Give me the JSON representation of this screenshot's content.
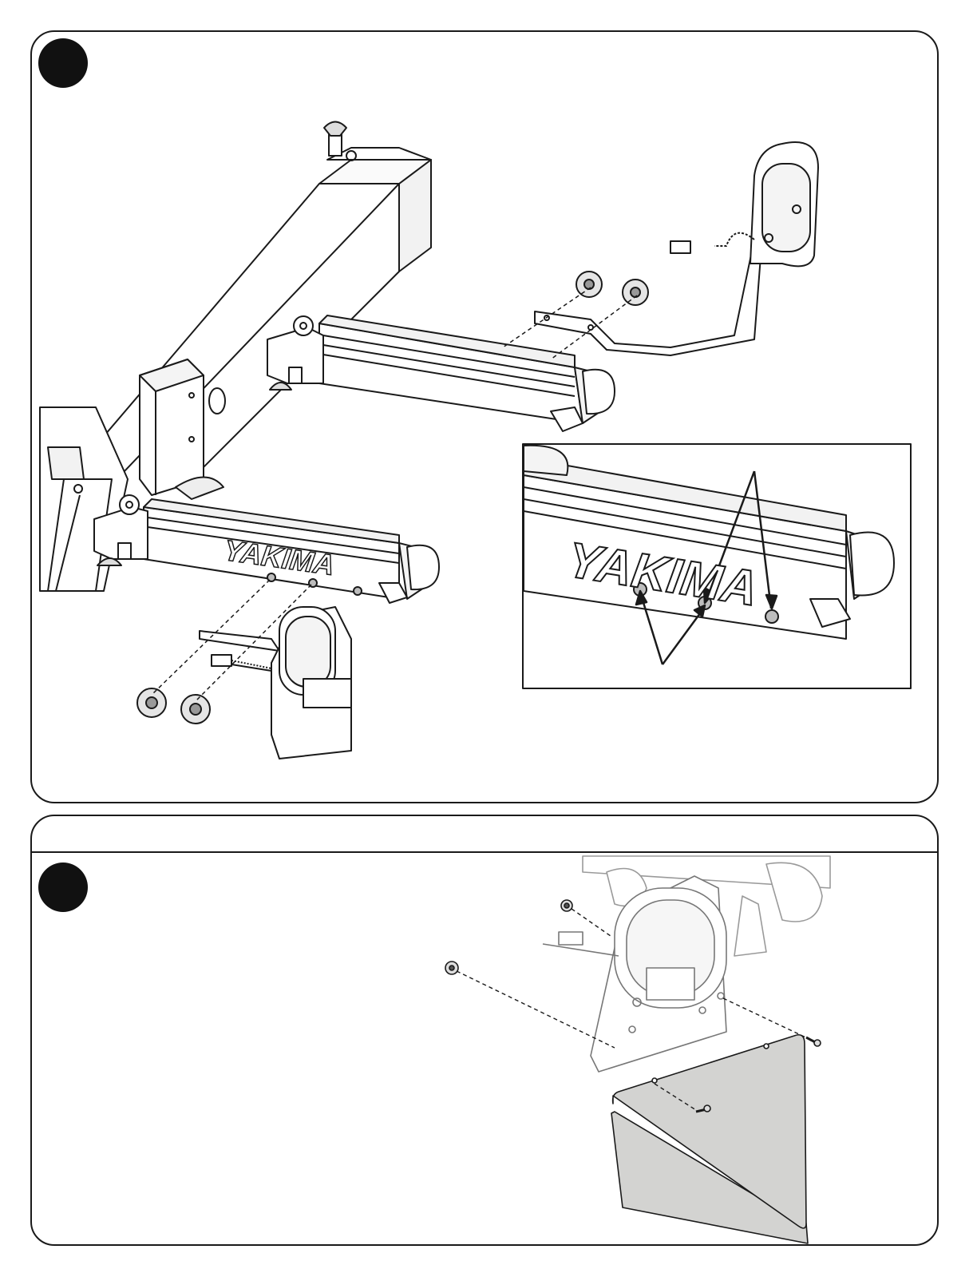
{
  "brand": {
    "logo_text": "YAKIMA"
  },
  "colors": {
    "outline": "#1a1a1a",
    "panel_bg": "#ffffff",
    "plate_fill": "#d3d3d1",
    "step_circle": "#111111",
    "hole_fill": "#bdbdbd"
  },
  "icons": {
    "step_1": "step-number-circle",
    "step_2": "step-number-circle",
    "detail_arrows": "arrow-pointer"
  }
}
